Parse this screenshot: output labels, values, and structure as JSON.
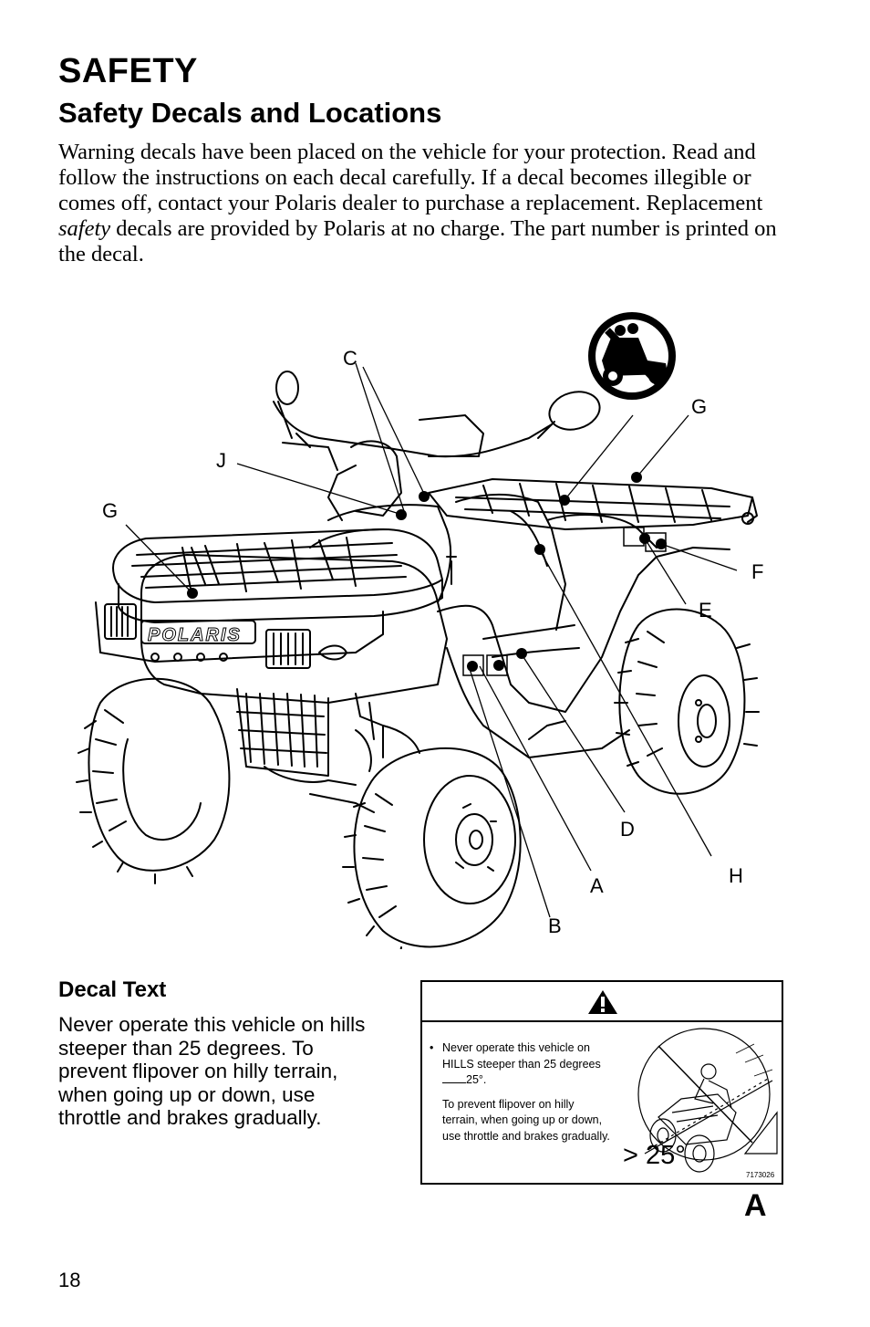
{
  "header": {
    "section_title": "SAFETY",
    "subtitle": "Safety Decals and Locations"
  },
  "intro": {
    "part1": "Warning decals have been placed on the vehicle for your protection. Read and follow the instructions on each decal carefully.  If a decal becomes illegible or comes off, contact your Polaris dealer to purchase a replacement. Replacement ",
    "emphasis": "safety",
    "part2": " decals are provided by Polaris at no charge.  The part number is printed on the decal."
  },
  "figure": {
    "brand_name": "POLARIS",
    "callouts": {
      "c": "C",
      "g_top": "G",
      "j": "J",
      "g_left": "G",
      "f": "F",
      "e": "E",
      "d": "D",
      "h": "H",
      "a": "A",
      "b": "B"
    },
    "icons": [
      "no-passenger-icon"
    ]
  },
  "decal_text": {
    "heading": "Decal Text",
    "body": "Never operate this vehicle on hills steeper than 25 degrees. To prevent flipover on hilly terrain, when going up or down, use throttle and brakes gradually."
  },
  "decal_image": {
    "bullet": "•",
    "line1": "Never operate this vehicle on HILLS steeper than 25 degrees",
    "angle_small": "25°",
    "line1_end": ".",
    "line2": "To prevent flipover on hilly terrain, when going up or down, use throttle and brakes gradually.",
    "angle_large": "> 25°",
    "part_number": "7173026",
    "letter": "A",
    "icons": [
      "warning-triangle-icon",
      "no-steep-hill-icon"
    ]
  },
  "footer": {
    "page_number": "18"
  }
}
